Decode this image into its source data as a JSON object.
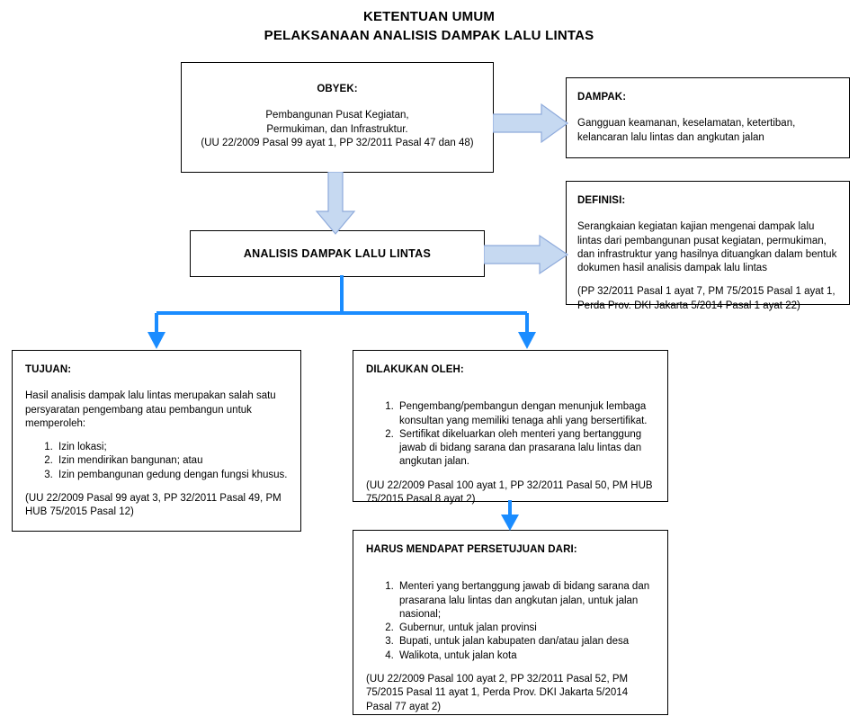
{
  "title": {
    "line1": "KETENTUAN UMUM",
    "line2": "PELAKSANAAN ANALISIS DAMPAK LALU LINTAS"
  },
  "colors": {
    "box_border": "#000000",
    "page_background": "#ffffff",
    "text": "#000000",
    "fat_arrow_fill": "#c6d9f1",
    "fat_arrow_border": "#8eaadb",
    "connector_line": "#1a8cff"
  },
  "boxes": {
    "obyek": {
      "heading": "OBYEK:",
      "line1": "Pembangunan Pusat Kegiatan,",
      "line2": "Permukiman, dan Infrastruktur.",
      "citation": "(UU 22/2009 Pasal 99 ayat 1, PP 32/2011 Pasal 47 dan 48)"
    },
    "dampak": {
      "heading": "DAMPAK:",
      "body": "Gangguan keamanan, keselamatan, ketertiban, kelancaran lalu lintas dan angkutan jalan"
    },
    "definisi": {
      "heading": "DEFINISI:",
      "body": "Serangkaian kegiatan kajian mengenai dampak lalu lintas dari pembangunan pusat kegiatan, permukiman, dan infrastruktur yang hasilnya dituangkan dalam bentuk dokumen hasil analisis dampak lalu lintas",
      "citation": "(PP 32/2011 Pasal 1 ayat 7, PM 75/2015 Pasal 1 ayat 1, Perda Prov. DKI Jakarta 5/2014 Pasal 1 ayat 22)"
    },
    "analisis": {
      "label": "ANALISIS DAMPAK LALU LINTAS"
    },
    "tujuan": {
      "heading": "TUJUAN:",
      "body": "Hasil analisis dampak lalu lintas merupakan salah satu persyaratan pengembang atau pembangun untuk memperoleh:",
      "items": [
        "Izin lokasi;",
        "Izin mendirikan bangunan; atau",
        "Izin pembangunan gedung dengan fungsi khusus."
      ],
      "citation": "(UU 22/2009 Pasal 99 ayat 3, PP 32/2011 Pasal 49, PM HUB 75/2015 Pasal 12)"
    },
    "dilakukan_oleh": {
      "heading": "DILAKUKAN OLEH:",
      "items": [
        "Pengembang/pembangun dengan menunjuk lembaga konsultan yang memiliki tenaga ahli yang bersertifikat.",
        "Sertifikat dikeluarkan oleh menteri yang bertanggung jawab di bidang sarana dan prasarana lalu lintas dan angkutan jalan."
      ],
      "citation": "(UU 22/2009 Pasal 100 ayat 1, PP 32/2011 Pasal 50, PM HUB 75/2015 Pasal 8 ayat 2)"
    },
    "persetujuan": {
      "heading": "HARUS MENDAPAT PERSETUJUAN DARI:",
      "items": [
        "Menteri yang bertanggung jawab di bidang sarana dan prasarana lalu lintas dan angkutan jalan, untuk jalan nasional;",
        "Gubernur, untuk jalan provinsi",
        "Bupati, untuk jalan kabupaten dan/atau jalan desa",
        "Walikota, untuk jalan kota"
      ],
      "citation": "(UU 22/2009 Pasal 100 ayat 2, PP 32/2011 Pasal 52, PM 75/2015 Pasal 11 ayat 1, Perda Prov. DKI Jakarta 5/2014 Pasal 77 ayat 2)"
    }
  },
  "connectors": [
    {
      "name": "obyek-to-dampak",
      "style": "block-arrow",
      "direction": "right"
    },
    {
      "name": "obyek-to-analisis",
      "style": "block-arrow",
      "direction": "down"
    },
    {
      "name": "analisis-to-definisi",
      "style": "block-arrow",
      "direction": "right"
    },
    {
      "name": "analisis-to-tujuan-and-dilakukan",
      "style": "line-split",
      "direction": "down"
    },
    {
      "name": "dilakukan-to-persetujuan",
      "style": "line-arrow",
      "direction": "down"
    }
  ]
}
